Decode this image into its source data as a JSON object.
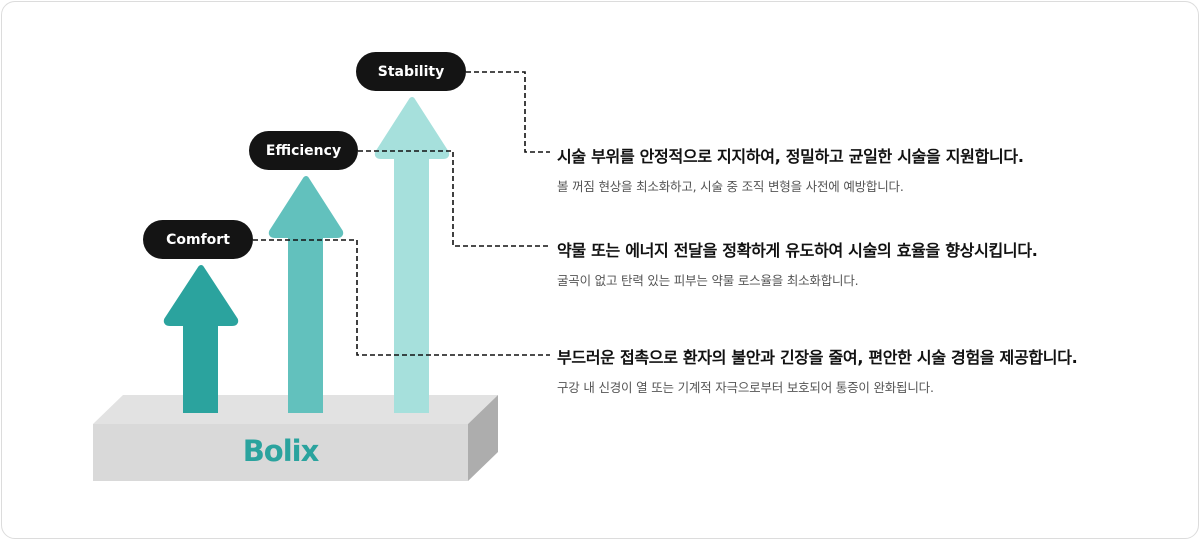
{
  "brand": "Bolix",
  "colors": {
    "comfort": "#2ba39e",
    "efficiency": "#62c1bd",
    "stability": "#a6e0dc",
    "pill": "#141414"
  },
  "levels": [
    {
      "label": "Comfort",
      "title": "부드러운 접촉으로 환자의 불안과 긴장을 줄여, 편안한 시술 경험을 제공합니다.",
      "subtitle": "구강 내 신경이 열 또는 기계적 자극으로부터 보호되어 통증이 완화됩니다."
    },
    {
      "label": "Efficiency",
      "title": "약물 또는 에너지 전달을 정확하게 유도하여 시술의 효율을 향상시킵니다.",
      "subtitle": "굴곡이 없고 탄력 있는 피부는 약물 로스율을 최소화합니다."
    },
    {
      "label": "Stability",
      "title": "시술 부위를 안정적으로 지지하여, 정밀하고 균일한 시술을 지원합니다.",
      "subtitle": "볼 꺼짐 현상을 최소화하고, 시술 중 조직 변형을 사전에 예방합니다."
    }
  ]
}
